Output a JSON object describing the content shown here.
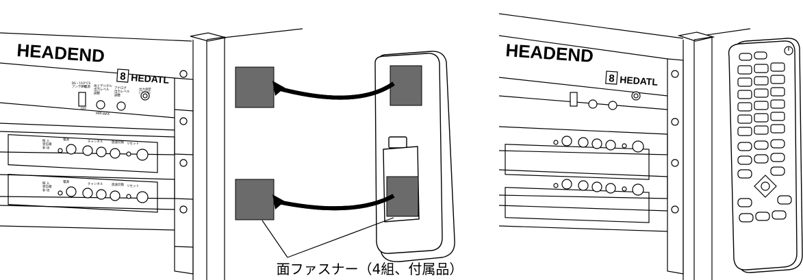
{
  "left_panel": {
    "brand": "HEADEND",
    "model_number": "8",
    "model_name": "HEDATL",
    "panel_labels": {
      "antenna_power": "BS・110°CS\nアンテナ電源",
      "switch_on": "ON",
      "switch_off": "OFF",
      "digital_level": "地上デジタル\n出力レベル\n調整",
      "analog_level": "アナログ\n出力レベル\n調整",
      "output_monitor": "出力測定\n(-20dB)",
      "knob_min": "MIN",
      "knob_max": "MAX"
    },
    "tuner_labels": {
      "input_indicators": "稼 入\n受信確\n非 切",
      "power": "電源",
      "channel": "チャンネル",
      "output_switch": "放送切換",
      "reset": "リセット"
    }
  },
  "right_panel": {
    "brand": "HEADEND",
    "model_number": "8",
    "model_name": "HEDATL",
    "power_icon": "power-icon"
  },
  "caption": "面ファスナー（4組、付属品）",
  "colors": {
    "fastener": "#6b6b6b",
    "line": "#000000",
    "background": "#ffffff"
  }
}
